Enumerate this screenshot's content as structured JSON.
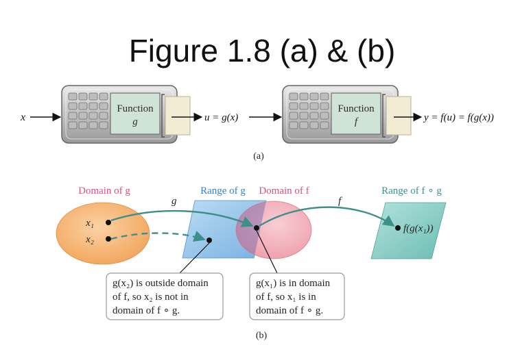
{
  "title": "Figure 1.8 (a) & (b)",
  "part_a": {
    "input_label": "x",
    "machine_g": {
      "line1": "Function",
      "line2": "g"
    },
    "middle_label": "u = g(x)",
    "machine_f": {
      "line1": "Function",
      "line2": "f"
    },
    "output_label": "y = f(u) = f(g(x))",
    "caption": "(a)"
  },
  "part_b": {
    "domain_g_label": "Domain of g",
    "range_g_label": "Range of g",
    "domain_f_label": "Domain of f",
    "range_fg_label": "Range of f ∘ g",
    "arrow_g_label": "g",
    "arrow_f_label": "f",
    "x1_label": "x₁",
    "x2_label": "x₂",
    "fgx1_label": "f(g(x₁))",
    "note_left": [
      "g(x₂) is outside domain",
      "of f, so x₂ is not in",
      "domain of f ∘ g."
    ],
    "note_right": [
      "g(x₁) is in domain",
      "of f, so x₁ is in",
      "domain of f ∘ g."
    ],
    "caption": "(b)"
  },
  "colors": {
    "domain_g": "#f5b06a",
    "range_g": "#8fc3e8",
    "domain_f": "#f0a5b0",
    "range_fg": "#8ed0c8",
    "arrow_teal": "#3e8e8a",
    "label_pink": "#d2557a",
    "label_blue": "#3a7fc0",
    "label_teal": "#3e8e8a"
  }
}
